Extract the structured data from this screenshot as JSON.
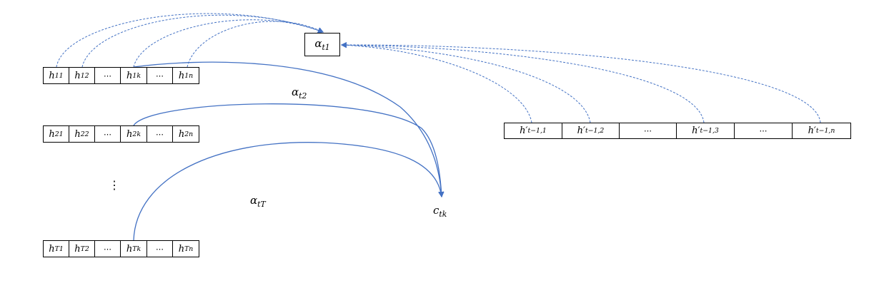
{
  "alpha_box": {
    "base": "α",
    "sub": "t1"
  },
  "labels": [
    {
      "base": "α",
      "sub": "t2"
    },
    {
      "base": "α",
      "sub": "tT"
    },
    {
      "base": "c",
      "sub": "tk"
    }
  ],
  "vertical_dots": "⋮",
  "rows": [
    {
      "cells": [
        {
          "base": "h",
          "sub": "11"
        },
        {
          "base": "h",
          "sub": "12"
        },
        {
          "base": "⋯",
          "sub": ""
        },
        {
          "base": "h",
          "sub": "1k"
        },
        {
          "base": "⋯",
          "sub": ""
        },
        {
          "base": "h",
          "sub": "1n"
        }
      ]
    },
    {
      "cells": [
        {
          "base": "h",
          "sub": "21"
        },
        {
          "base": "h",
          "sub": "22"
        },
        {
          "base": "⋯",
          "sub": ""
        },
        {
          "base": "h",
          "sub": "2k"
        },
        {
          "base": "⋯",
          "sub": ""
        },
        {
          "base": "h",
          "sub": "2n"
        }
      ]
    },
    {
      "cells": [
        {
          "base": "h",
          "sub": "T1"
        },
        {
          "base": "h",
          "sub": "T2"
        },
        {
          "base": "⋯",
          "sub": ""
        },
        {
          "base": "h",
          "sub": "Tk"
        },
        {
          "base": "⋯",
          "sub": ""
        },
        {
          "base": "h",
          "sub": "Tn"
        }
      ]
    }
  ],
  "decoder_row": {
    "cells": [
      {
        "base": "h′",
        "sub": "t−1,1"
      },
      {
        "base": "h′",
        "sub": "t−1,2"
      },
      {
        "base": "⋯",
        "sub": ""
      },
      {
        "base": "h′",
        "sub": "t−1,3"
      },
      {
        "base": "⋯",
        "sub": ""
      },
      {
        "base": "h′",
        "sub": "t−1,n"
      }
    ]
  },
  "colors": {
    "arrow": "#4472C4",
    "border": "#000000"
  }
}
